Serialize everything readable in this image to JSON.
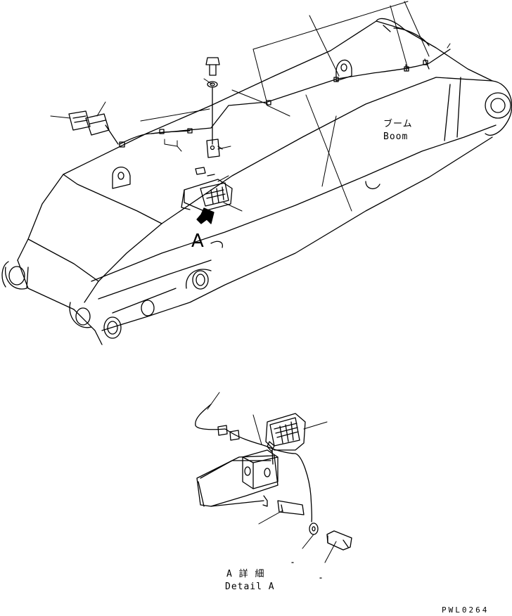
{
  "labels": {
    "boom_jp": "ブーム",
    "boom_en": "Boom",
    "view_marker": "A",
    "detail_jp": "A 詳 細",
    "detail_en": "Detail A",
    "drawing_code": "PWL0264"
  },
  "colors": {
    "line": "#000000",
    "background": "#ffffff"
  }
}
